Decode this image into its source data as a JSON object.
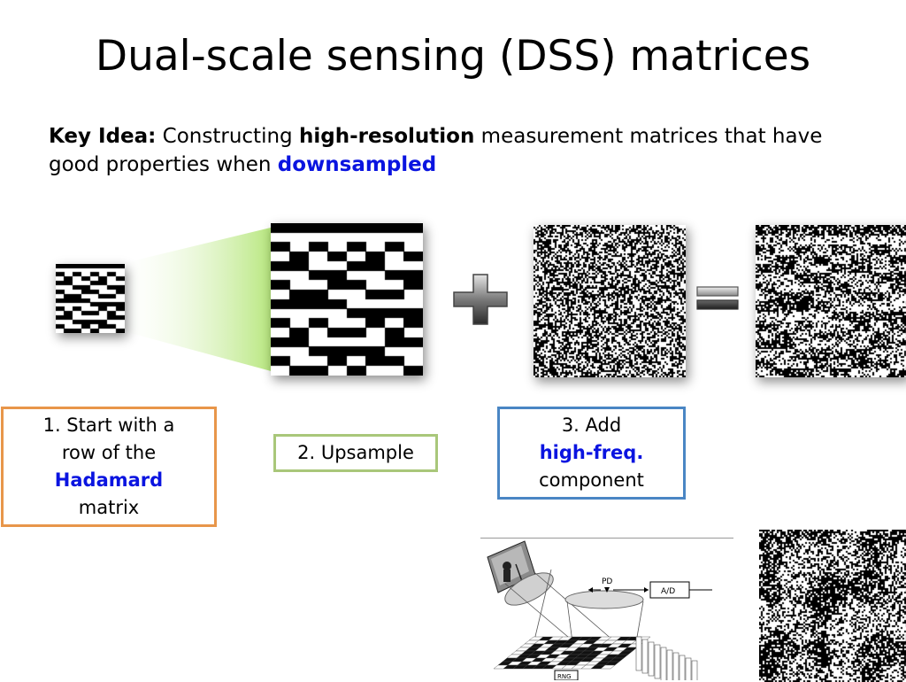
{
  "slide": {
    "title": "Dual-scale sensing (DSS) matrices",
    "key_idea": {
      "label": "Key Idea:",
      "text_1": " Constructing ",
      "emphasis_1": "high-resolution",
      "text_2": " measurement matrices that have good properties when ",
      "emphasis_2": "downsampled"
    },
    "steps": [
      {
        "line_1": "1. Start with a",
        "line_2": "row of the",
        "highlight": "Hadamard",
        "line_4": "matrix"
      },
      {
        "label": "2. Upsample"
      },
      {
        "line_1": "3. Add",
        "highlight": "high-freq.",
        "line_3": "component"
      }
    ],
    "diagram": {
      "pd_label": "PD",
      "ad_label": "A/D",
      "rng_label": "RNG"
    }
  },
  "colors": {
    "accent_blue": "#0a14e0",
    "step1_border": "#e8964a",
    "step2_border": "#a9c77a",
    "step3_border": "#4a86c4",
    "projection_green": "#b5e67a",
    "operator_gray": "#555555"
  },
  "icons": {
    "plus": "plus-icon",
    "equals": "equals-icon"
  }
}
